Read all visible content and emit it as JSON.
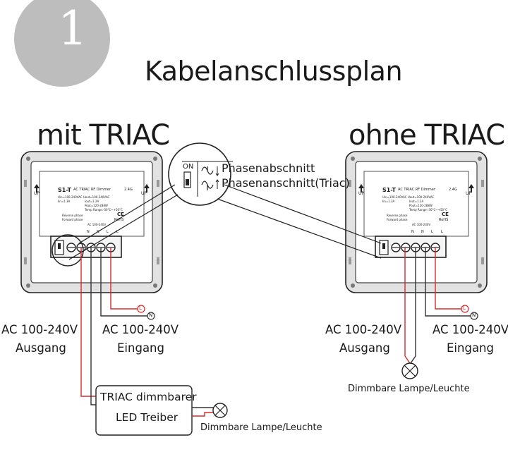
{
  "step_number": "1",
  "title": "Kabelanschlussplan",
  "left_heading": "mit TRIAC",
  "right_heading": "ohne TRIAC",
  "callout": {
    "on_label": "ON",
    "phase_cut_off": "Phasenabschnitt",
    "phase_cut_on": "Phasenanschnitt(Triac)"
  },
  "device": {
    "model": "S1-T",
    "name": "AC TRIAC RF Dimmer",
    "freq": "2.4G",
    "spec_in": "Uin=100-240VAC Uout=100-240VAC",
    "spec_iout": "Iout=1.2A",
    "spec_iin": "Iin=1.3A",
    "spec_pout": "Pout=120-288W",
    "spec_temp": "Temp Range:-30°C~+50°C",
    "reverse": "Reverse phase",
    "forward": "Forward phase",
    "terminal_label": "AC 100-240V",
    "rohs": "RoHS",
    "ce": "CE",
    "up": "UP",
    "terminals": [
      "N",
      "N",
      "L",
      "L"
    ]
  },
  "terminal_L": "L",
  "terminal_N": "N",
  "left": {
    "output_label_1": "AC 100-240V",
    "output_label_2": "Ausgang",
    "input_label_1": "AC 100-240V",
    "input_label_2": "Eingang",
    "driver_line1": "TRIAC dimmbarer",
    "driver_line2": "LED Treiber",
    "lamp_label": "Dimmbare Lampe/Leuchte"
  },
  "right": {
    "output_label_1": "AC 100-240V",
    "output_label_2": "Ausgang",
    "input_label_1": "AC 100-240V",
    "input_label_2": "Eingang",
    "lamp_label": "Dimmbare Lampe/Leuchte"
  },
  "colors": {
    "red_wire": "#d82a2a",
    "dark_wire": "#333333",
    "device_frame": "#d9d9d9",
    "badge": "#bdbdbd"
  }
}
